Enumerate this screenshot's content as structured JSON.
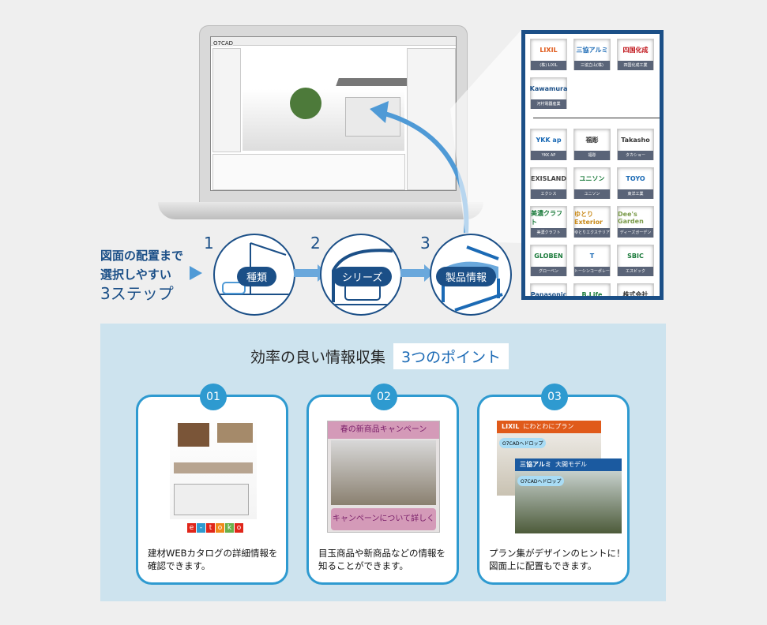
{
  "laptop": {
    "app_title": "O7CAD"
  },
  "logos": {
    "featured": [
      {
        "mark": "LIXIL",
        "caption": "(株) LIXIL",
        "color": "#e05a1a"
      },
      {
        "mark": "三協アルミ",
        "caption": "三協立山(株)",
        "color": "#1b6ab5"
      },
      {
        "mark": "四国化成",
        "caption": "四国化成工業",
        "color": "#c0141a"
      },
      {
        "mark": "Kawamura",
        "caption": "河村電器産業",
        "color": "#1b4f87"
      }
    ],
    "others": [
      {
        "mark": "YKK ap",
        "caption": "YKK AP",
        "color": "#1b6ab5"
      },
      {
        "mark": "福彫",
        "caption": "福彫",
        "color": "#333"
      },
      {
        "mark": "Takasho",
        "caption": "タカショー",
        "color": "#333"
      },
      {
        "mark": "EXISLAND",
        "caption": "エクシス",
        "color": "#444"
      },
      {
        "mark": "ユニソン",
        "caption": "ユニソン",
        "color": "#1a7a3a"
      },
      {
        "mark": "TOYO",
        "caption": "東洋工業",
        "color": "#1b6ab5"
      },
      {
        "mark": "美濃クラフト",
        "caption": "美濃クラフト",
        "color": "#1a7a3a"
      },
      {
        "mark": "ゆとりExterior",
        "caption": "ゆとりエクステリア",
        "color": "#c98a1a"
      },
      {
        "mark": "Dee's Garden",
        "caption": "ディーズガーデン",
        "color": "#7a9a4a"
      },
      {
        "mark": "GLOBEN",
        "caption": "グローベン",
        "color": "#1a7a3a"
      },
      {
        "mark": "T",
        "caption": "トーシンコーポレーション",
        "color": "#1b6ab5"
      },
      {
        "mark": "SBIC",
        "caption": "エスビック",
        "color": "#1a7a3a"
      },
      {
        "mark": "Panasonic",
        "caption": "",
        "color": "#1b4f87"
      },
      {
        "mark": "B.Life",
        "caption": "",
        "color": "#1a7a3a"
      },
      {
        "mark": "株式会社",
        "caption": "",
        "color": "#333"
      }
    ]
  },
  "intro": {
    "line1": "図面の配置まで",
    "line2": "選択しやすい",
    "line3": "3ステップ"
  },
  "steps": [
    {
      "num": "1",
      "label": "種類"
    },
    {
      "num": "2",
      "label": "シリーズ"
    },
    {
      "num": "3",
      "label": "製品情報"
    }
  ],
  "points": {
    "title": "効率の良い情報収集",
    "highlight": "3つのポイント",
    "cards": [
      {
        "num": "01",
        "text1": "建材WEBカタログの詳細情報を",
        "text2": "確認できます。",
        "logo": [
          "e",
          "-",
          "t",
          "o",
          "k",
          "o"
        ]
      },
      {
        "num": "02",
        "text1": "目玉商品や新商品などの情報を",
        "text2": "知ることができます。",
        "banner_top": "春の新商品キャンペーン",
        "banner_bottom": "キャンペーンについて詳しく"
      },
      {
        "num": "03",
        "text1": "プラン集がデザインのヒントに！",
        "text2": "図面上に配置もできます。",
        "plan1_brand": "LIXIL",
        "plan1_name": "にわとわにプラン",
        "plan2_brand": "三協アルミ",
        "plan2_name": "大開モデル",
        "drop_label": "O7CADへドロップ"
      }
    ]
  },
  "colors": {
    "brand": "#1b4f87",
    "accent": "#2e9ad0",
    "panel_bg": "#cde3ee"
  }
}
